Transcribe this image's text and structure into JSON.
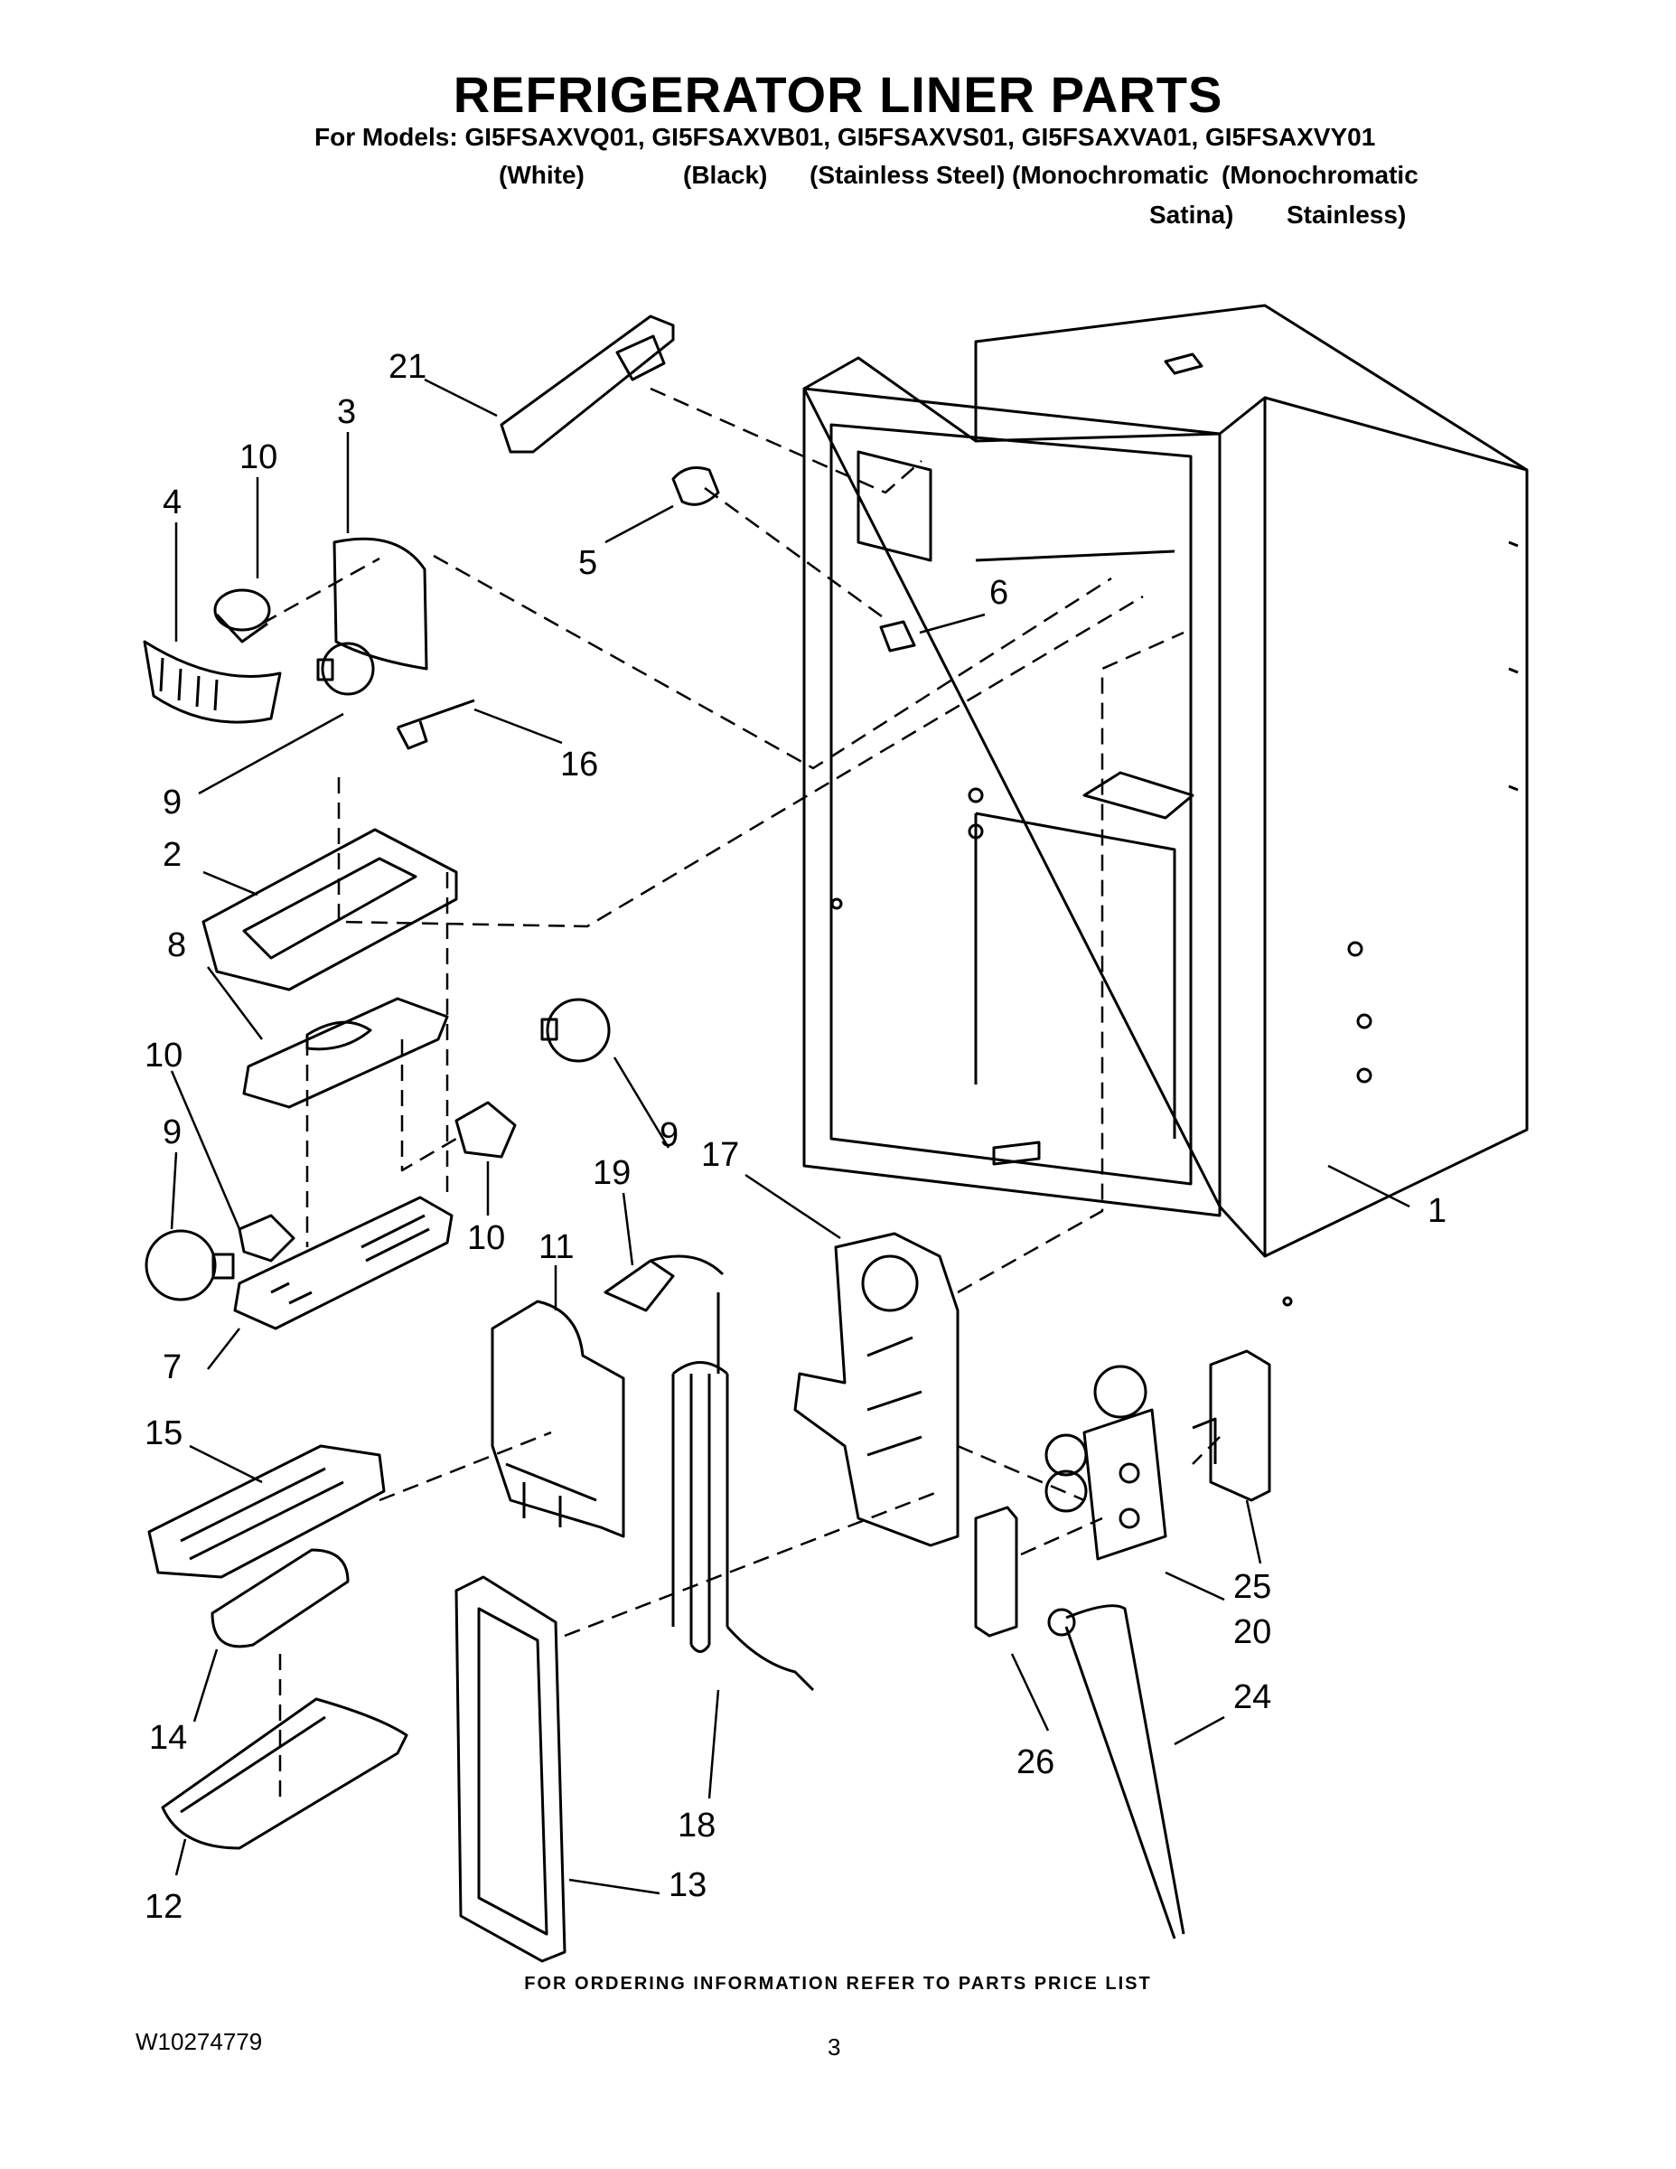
{
  "header": {
    "title": "REFRIGERATOR LINER PARTS",
    "models_line": "For Models: GI5FSAXVQ01, GI5FSAXVB01, GI5FSAXVS01, GI5FSAXVA01, GI5FSAXVY01",
    "variants": [
      "(White)",
      "(Black)",
      "(Stainless Steel)",
      "(Monochromatic",
      "(Monochromatic",
      "Satina)",
      "Stainless)"
    ]
  },
  "callouts": [
    "21",
    "3",
    "10",
    "4",
    "5",
    "6",
    "16",
    "9",
    "2",
    "8",
    "10",
    "9",
    "10",
    "9",
    "17",
    "19",
    "11",
    "7",
    "15",
    "14",
    "12",
    "13",
    "18",
    "26",
    "25",
    "20",
    "24",
    "1"
  ],
  "footer": {
    "ordering_note": "FOR ORDERING INFORMATION REFER TO PARTS PRICE LIST",
    "doc_number": "W10274779",
    "page_number": "3"
  }
}
